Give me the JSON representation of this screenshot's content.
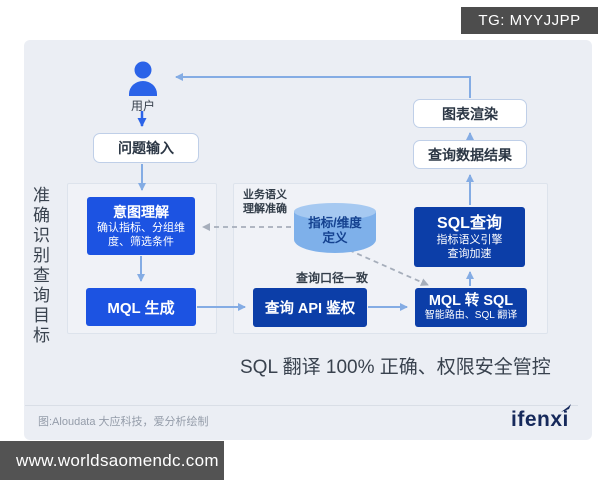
{
  "badges": {
    "telegram_tag": "TG: MYYJJPP",
    "site_watermark": "www.worldsaomendc.com"
  },
  "diagram": {
    "left_axis_label": "准确识别查询目标",
    "actor": {
      "label": "用户"
    },
    "nodes": {
      "question_input": "问题输入",
      "intent": {
        "title": "意图理解",
        "sub_line1": "确认指标、分组维",
        "sub_line2": "度、筛选条件"
      },
      "mql_generate": "MQL 生成",
      "query_api_auth": "查询 API 鉴权",
      "metric_store": {
        "line1": "指标/维度",
        "line2": "定义"
      },
      "mql_to_sql": {
        "title": "MQL 转 SQL",
        "sub": "智能路由、SQL 翻译"
      },
      "sql_query": {
        "title": "SQL查询",
        "sub_line1": "指标语义引擎",
        "sub_line2": "查询加速"
      },
      "query_result": "查询数据结果",
      "chart_render": "图表渲染"
    },
    "annotations": {
      "semantic_note_line1": "业务语义",
      "semantic_note_line2": "理解准确",
      "caliber_note": "查询口径一致",
      "slogan": "SQL 翻译 100% 正确、权限安全管控"
    },
    "footer": {
      "source": "图:Aloudata 大应科技，爱分析绘制",
      "logo": "ifenxi"
    }
  },
  "colors": {
    "bright_blue": "#1C53E2",
    "navy_blue": "#0C3EA8",
    "cylinder_body": "#7EB0EA",
    "cylinder_lid": "#A6C9F1",
    "arrow_blue": "#84ACE4",
    "arrow_dark": "#2B63E8",
    "dashed_gray": "#A6AEBB",
    "frame_bg": "#EBEEF4",
    "badge_gray": "#4D4D4D",
    "logo_navy": "#16295B"
  }
}
